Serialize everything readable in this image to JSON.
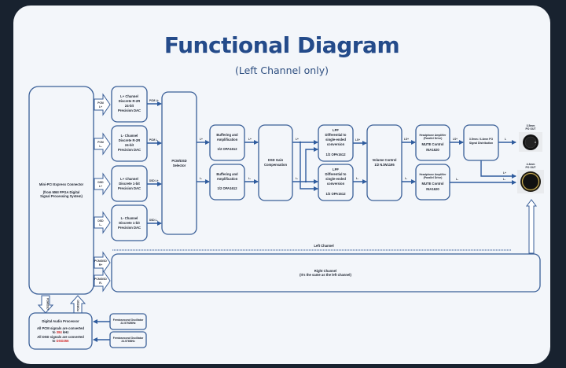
{
  "header": {
    "title": "Functional Diagram",
    "subtitle": "(Left Channel only)"
  },
  "colors": {
    "accent": "#244b8a",
    "box_stroke": "#3a5f98",
    "highlight": "#d12a2a",
    "background": "#18222f",
    "card": "#f3f6fa"
  },
  "connector": {
    "line1": "Mini-PCI Express Connector",
    "line2": "(from M6II FPGA Digital",
    "line3": "Signal Processing System)"
  },
  "inputs": [
    {
      "l1": "PCM",
      "l2": "L+"
    },
    {
      "l1": "PCM",
      "l2": "L-"
    },
    {
      "l1": "DSD",
      "l2": "L+"
    },
    {
      "l1": "DSD",
      "l2": "L-"
    },
    {
      "l1": "PCM/DSD",
      "l2": "R+"
    },
    {
      "l1": "PCM/DSD",
      "l2": "R-"
    }
  ],
  "dacs": [
    {
      "lines": [
        "L+ Channel",
        "Discrete R-2R",
        "24-bit",
        "Precision DAC"
      ],
      "out": "PCM L+"
    },
    {
      "lines": [
        "L- Channel",
        "Discrete R-2R",
        "24-bit",
        "Precision DAC"
      ],
      "out": "PCM L-"
    },
    {
      "lines": [
        "L+ Channel",
        "Discrete 1-bit",
        "Precision DAC"
      ],
      "out": "DSD L+"
    },
    {
      "lines": [
        "L- Channel",
        "Discrete 1-bit",
        "Precision DAC"
      ],
      "out": "DSD L-"
    }
  ],
  "selector": {
    "l1": "PCM/DSD",
    "l2": "Selector",
    "out_top": "L+",
    "out_bottom": "L-"
  },
  "buffers": [
    {
      "l1": "Buffering and",
      "l2": "Amplification",
      "l3": "1/2 OPA1612",
      "out": "L+"
    },
    {
      "l1": "Buffering and",
      "l2": "Amplification",
      "l3": "1/2 OPA1612",
      "out": "L-"
    }
  ],
  "dsd_gain": {
    "l1": "DSD Gain",
    "l2": "Compensation",
    "out_top": "L+",
    "out_bottom": "L-"
  },
  "lpfs": [
    {
      "l1": "LPF",
      "l2": "Differential to",
      "l3": "single-ended",
      "l4": "conversion",
      "l5": "1/2 OPA1612",
      "out": "LS+"
    },
    {
      "l1": "LPF",
      "l2": "Differential to",
      "l3": "single-ended",
      "l4": "conversion",
      "l5": "1/2 OPA1612",
      "out": "L-"
    }
  ],
  "volume": {
    "l1": "Volume Control",
    "l2": "1/2 NJW1195",
    "out_top": "LS+",
    "out_bottom": "L-"
  },
  "amps": [
    {
      "l1": "Headphone Amplifier",
      "l2": "(Parallel Drive)",
      "l3": "MUTE Control",
      "l4": "INA1620",
      "out": "LS+"
    },
    {
      "l1": "Headphone Amplifier",
      "l2": "(Parallel Drive)",
      "l3": "MUTE Control",
      "l4": "INA1620",
      "out": "L-"
    }
  ],
  "distribution": {
    "l1": "3.5mm / 4.4mm PO",
    "l2": "Signal Distribution",
    "out": "L",
    "out2": "L+"
  },
  "jacks": [
    {
      "l1": "3.5mm",
      "l2": "PO OUT"
    },
    {
      "l1": "4.4mm",
      "l2": "PO OUT"
    }
  ],
  "left_channel_label": "Left Channel",
  "right_channel": {
    "l1": "Right Channel",
    "l2": "(It's the same as the left channel)"
  },
  "dap": {
    "l1": "Digital Audio Processor",
    "l2a": "All PCM signals are converted",
    "l2b": "to ",
    "l2c": "384",
    "l2d": " kHz",
    "l3a": "All DSD signals are converted",
    "l3b": "to ",
    "l3c": "DSD256"
  },
  "dap_arrows": {
    "down": "PCM/DSD",
    "up": "PCM/DSD"
  },
  "oscillators": [
    {
      "l1": "Femtosecond Oscillator",
      "l2": "22.5792MHz"
    },
    {
      "l1": "Femtosecond Oscillator",
      "l2": "24.576MHz"
    }
  ]
}
